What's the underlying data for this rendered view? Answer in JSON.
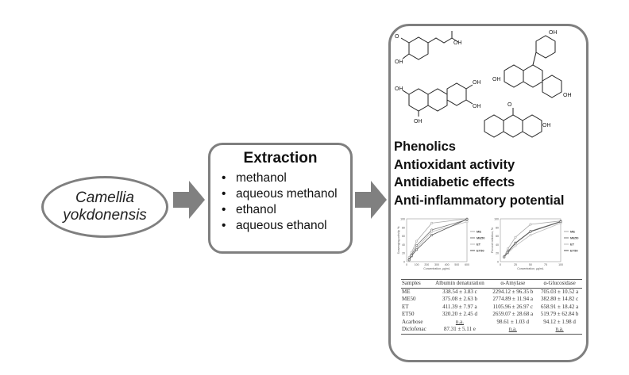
{
  "source": {
    "line1": "Camellia",
    "line2": "yokdonensis"
  },
  "extraction": {
    "title": "Extraction",
    "solvents": [
      "methanol",
      "aqueous methanol",
      "ethanol",
      "aqueous ethanol"
    ]
  },
  "results": {
    "headings": [
      "Phenolics",
      "Antioxidant activity",
      "Antidiabetic effects",
      "Anti-inflammatory potential"
    ]
  },
  "molecules": {
    "labels": {
      "oh": "OH",
      "o": "O"
    }
  },
  "chart_data": [
    {
      "type": "line",
      "xlabel": "Concentration, µg/mL",
      "ylabel": "Scavenging activity, %",
      "xlim": [
        0,
        600
      ],
      "ylim": [
        0,
        100
      ],
      "x_ticks": [
        "0",
        "100",
        "200",
        "300",
        "400",
        "500",
        "600"
      ],
      "y_ticks": [
        "0",
        "20",
        "40",
        "60",
        "80",
        "100"
      ],
      "legend": "right",
      "x": [
        25,
        50,
        100,
        250,
        600
      ],
      "series": [
        {
          "name": "ME",
          "values": [
            10,
            22,
            48,
            90,
            100
          ]
        },
        {
          "name": "ME50",
          "values": [
            5,
            16,
            38,
            74,
            98
          ]
        },
        {
          "name": "ET",
          "values": [
            3,
            12,
            32,
            70,
            93
          ]
        },
        {
          "name": "ET50",
          "values": [
            4,
            14,
            28,
            62,
            99
          ]
        }
      ]
    },
    {
      "type": "line",
      "xlabel": "Concentration, µg/mL",
      "ylabel": "Percent inhibition, %",
      "xlim": [
        0,
        100
      ],
      "ylim": [
        0,
        100
      ],
      "x_ticks": [
        "0",
        "25",
        "50",
        "75",
        "100"
      ],
      "y_ticks": [
        "0",
        "20",
        "40",
        "60",
        "80",
        "100"
      ],
      "legend": "right",
      "x": [
        6.25,
        12.5,
        25,
        50,
        100
      ],
      "series": [
        {
          "name": "ME",
          "values": [
            12,
            30,
            57,
            87,
            95
          ]
        },
        {
          "name": "ME50",
          "values": [
            10,
            24,
            44,
            71,
            94
          ]
        },
        {
          "name": "ET",
          "values": [
            10,
            20,
            37,
            62,
            90
          ]
        },
        {
          "name": "ET50",
          "values": [
            11,
            22,
            43,
            70,
            93
          ]
        }
      ]
    }
  ],
  "table": {
    "headers": [
      "Samples",
      "Albumin denaturation",
      "α-Amylase",
      "α-Glucosidase"
    ],
    "rows": [
      [
        "ME",
        "338.54 ± 3.83 c",
        "2294.12 ± 96.35 b",
        "705.03 ± 10.52 a"
      ],
      [
        "ME50",
        "375.08 ± 2.63 b",
        "2774.89 ± 11.94 a",
        "382.80 ± 14.82 c"
      ],
      [
        "ET",
        "411.39 ± 7.97 a",
        "1105.96 ± 26.97 c",
        "658.91 ± 18.42 a"
      ],
      [
        "ET50",
        "320.20 ± 2.45 d",
        "2659.07 ± 28.68 a",
        "519.79 ± 62.84 b"
      ],
      [
        "Acarbose",
        "n.a.",
        "98.61 ± 1.03 d",
        "94.12 ± 1.98 d"
      ],
      [
        "Diclofenac",
        "87.31 ± 5.11 e",
        "n.a.",
        "n.a."
      ]
    ]
  },
  "colors": {
    "border": "#7f7f7f",
    "arrow": "#808080"
  }
}
